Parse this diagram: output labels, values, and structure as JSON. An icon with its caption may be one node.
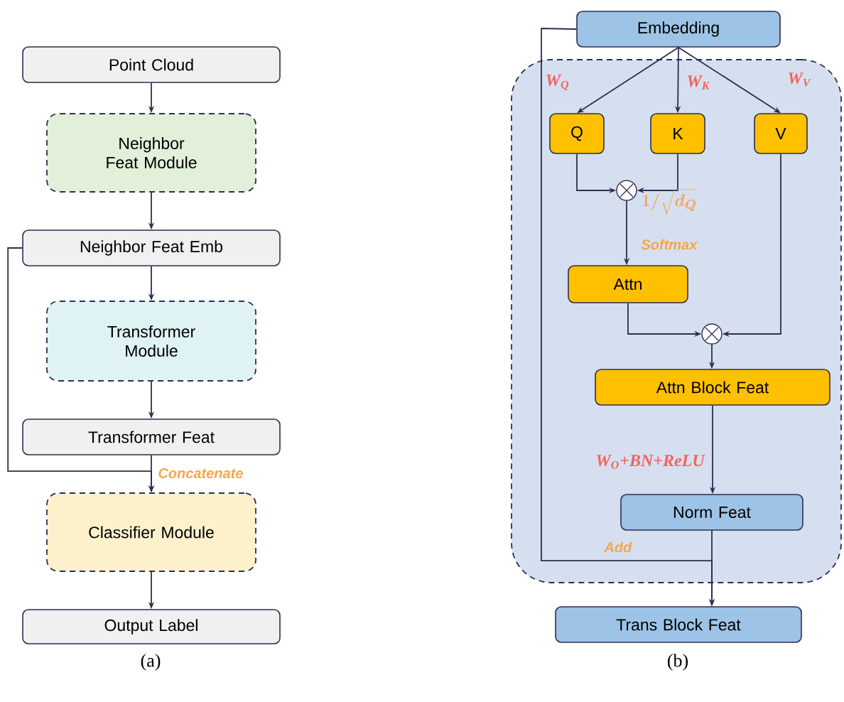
{
  "diagram": {
    "nodes": [
      {
        "text": [
          "Point Cloud"
        ]
      },
      {
        "text": [
          "Neighbor Feat Module"
        ]
      },
      {
        "text": [
          "Neighbor Feat Emb"
        ]
      },
      {
        "text": [
          "Transformer Module"
        ]
      },
      {
        "text": [
          "Transformer Feat"
        ]
      },
      {
        "text": [
          "Classifier Module"
        ]
      },
      {
        "text": [
          "Output Label"
        ]
      },
      {
        "text": [
          "Embedding"
        ]
      },
      {
        "text": [],
        "shape": "box"
      },
      {
        "text": [
          "Q"
        ],
        "in": 8
      },
      {
        "text": [
          "K"
        ],
        "in": 8
      },
      {
        "text": [
          "V"
        ],
        "in": 8
      },
      {
        "text": [],
        "shape": "circle",
        "in": 8
      },
      {
        "text": [
          "Attn"
        ],
        "in": 8
      },
      {
        "text": [],
        "shape": "circle",
        "in": 8
      },
      {
        "text": [
          "Attn Block Feat"
        ],
        "in": 8
      },
      {
        "text": [
          "Norm Feat"
        ],
        "in": 8
      },
      {
        "text": [
          "Trans Block Feat"
        ]
      }
    ],
    "edges": [
      {
        "from": 0,
        "to": 1,
        "arrow": "to"
      },
      {
        "from": 1,
        "to": 2,
        "arrow": "to"
      },
      {
        "from": 2,
        "to": 3,
        "arrow": "to"
      },
      {
        "from": 3,
        "to": 4,
        "arrow": "to"
      },
      {
        "from": 4,
        "to": 5,
        "arrow": "to"
      },
      {
        "from": 2,
        "to": 5,
        "arrow": "to",
        "label": "Concatenate"
      },
      {
        "from": 5,
        "to": 6,
        "arrow": "to"
      },
      {
        "from": 7,
        "to": 9,
        "arrow": "to",
        "label": "W$_{Q}$"
      },
      {
        "from": 7,
        "to": 10,
        "arrow": "to",
        "label": "W$_{K}$"
      },
      {
        "from": 7,
        "to": 11,
        "arrow": "to",
        "label": "W$_{V}$"
      },
      {
        "from": 9,
        "to": 12,
        "arrow": "to"
      },
      {
        "from": 10,
        "to": 12,
        "arrow": "to"
      },
      {
        "from": 12,
        "to": 13,
        "arrow": "to",
        "label": "Softmax"
      },
      {
        "from": 13,
        "to": 14,
        "arrow": "to"
      },
      {
        "from": 11,
        "to": 14,
        "arrow": "to"
      },
      {
        "from": 14,
        "to": 15,
        "arrow": "to"
      },
      {
        "from": 15,
        "to": 16,
        "arrow": "to",
        "label": "W$_{O}$+BN+ReLU"
      },
      {
        "from": 16,
        "to": 17,
        "arrow": "to"
      },
      {
        "from": 7,
        "to": 17,
        "arrow": "to",
        "label": "Add"
      }
    ],
    "labels": [
      "1/\\sqrt{d_Q}",
      "(a)",
      "(b)"
    ]
  }
}
